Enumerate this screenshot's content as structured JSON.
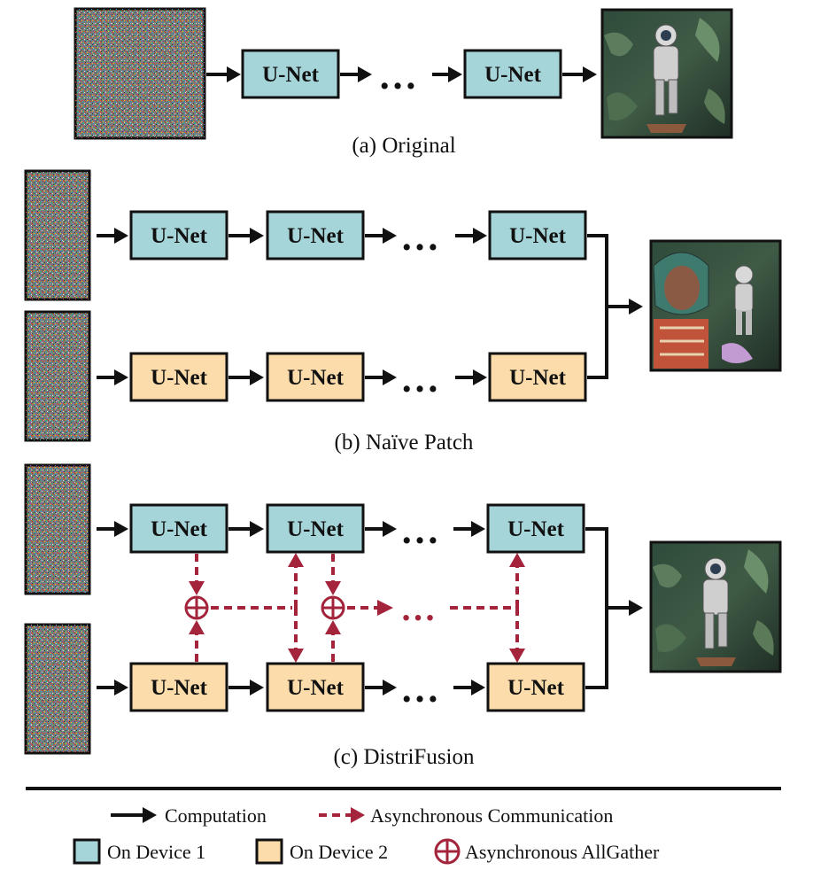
{
  "colors": {
    "device1": "#a6d5d9",
    "device2": "#fbdcaa",
    "comm": "#a3243b",
    "stroke": "#111111"
  },
  "block_label": "U-Net",
  "ellipsis": "…",
  "captions": {
    "a": "(a) Original",
    "b": "(b) Naïve Patch",
    "c": "(c) DistriFusion"
  },
  "legend": {
    "computation": "Computation",
    "async_comm": "Asynchronous Communication",
    "device1": "On Device 1",
    "device2": "On Device 2",
    "allgather": "Asynchronous AllGather"
  },
  "icons": {
    "noise": "noise-image-icon",
    "output_astronaut": "astronaut-image-icon",
    "output_closeup": "astronaut-closeup-image-icon",
    "allgather": "circle-plus-icon"
  }
}
